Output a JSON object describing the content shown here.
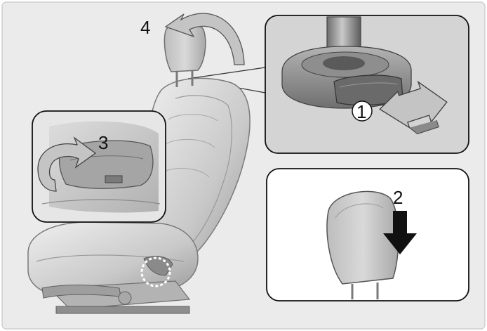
{
  "colors": {
    "background": "#ebebeb",
    "panel_border": "#111111",
    "seat_light": "#e2e2e2",
    "seat_mid": "#bdbdbd",
    "seat_dark": "#8a8a8a",
    "arrow_fill": "#c4c4c4",
    "arrow_dark": "#555555",
    "arrow_black": "#111111"
  },
  "steps": {
    "step1": "1",
    "step2": "2",
    "step3": "3",
    "step4": "4"
  },
  "icons": {
    "press_arrow": "block-arrow-right-icon",
    "down_arrow": "arrow-down-icon",
    "fold_arrow": "curved-arrow-icon",
    "rotate_arrow": "curved-arrow-icon"
  }
}
